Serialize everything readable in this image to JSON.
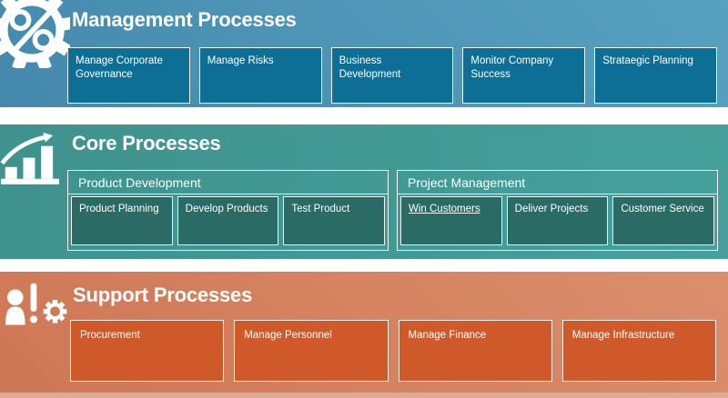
{
  "bands": {
    "management": {
      "title": "Management Processes",
      "icon": "gear-percent-arrow-icon",
      "boxes": [
        "Manage Corporate Governance",
        "Manage Risks",
        "Business Development",
        "Monitor Company Success",
        "Strataegic Planning"
      ]
    },
    "core": {
      "title": "Core Processes",
      "icon": "growth-bar-chart-icon",
      "groups": [
        {
          "title": "Product Development",
          "boxes": [
            "Product Planning",
            "Develop Products",
            "Test Product"
          ]
        },
        {
          "title": "Project Management",
          "boxes": [
            "Win Customers",
            "Deliver Projects",
            "Customer Service"
          ]
        }
      ]
    },
    "support": {
      "title": "Support Processes",
      "icon": "person-exclamation-gear-icon",
      "boxes": [
        "Procurement",
        "Manage Personnel",
        "Manage Finance",
        "Manage Infrastructure"
      ]
    }
  },
  "colors": {
    "management_band_light": "#58a1c0",
    "management_band_dark": "#4489ad",
    "management_box": "#0e6f96",
    "core_band": "#419a96",
    "core_box": "#2b6b66",
    "support_band_light": "#dc8e6d",
    "support_band_dark": "#ce7754",
    "support_box": "#d0592a",
    "text": "#ffffff"
  }
}
